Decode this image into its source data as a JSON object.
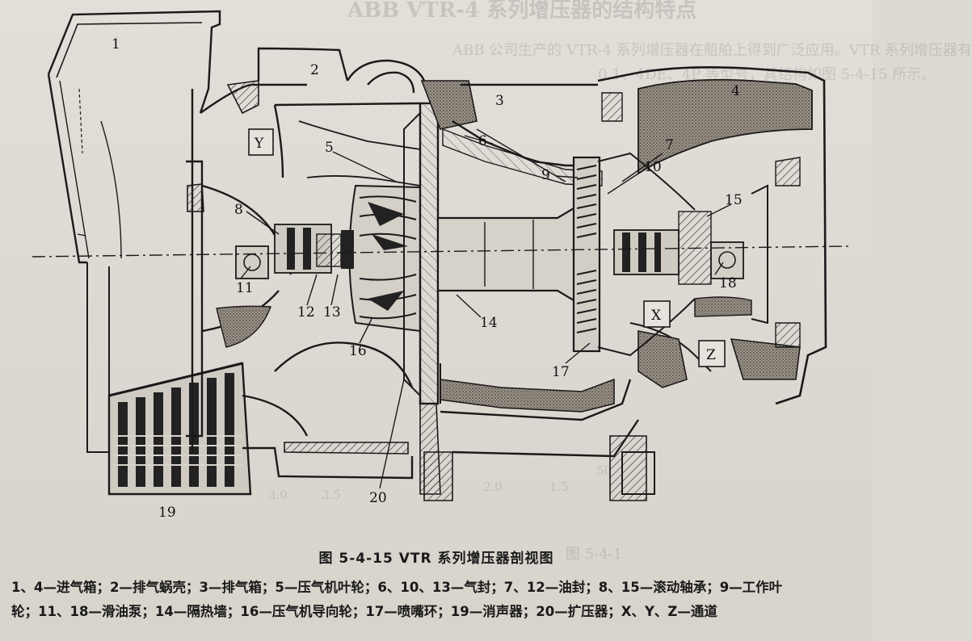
{
  "figure": {
    "caption": "图 5-4-15   VTR 系列增压器剖视图",
    "part_labels": [
      "1",
      "2",
      "3",
      "4",
      "5",
      "6",
      "7",
      "8",
      "9",
      "10",
      "11",
      "12",
      "13",
      "14",
      "15",
      "16",
      "17",
      "18",
      "19",
      "20"
    ],
    "channel_labels": [
      "X",
      "Y",
      "Z"
    ]
  },
  "legend": {
    "line1": "1、4—进气箱；2—排气蜗壳；3—排气箱；5—压气机叶轮；6、10、13—气封；7、12—油封；8、15—滚动轴承；9—工作叶",
    "line2": "轮；11、18—滑油泵；14—隔热墙；16—压气机导向轮；17—喷嘴环；19—消声器；20—扩压器；X、Y、Z—通道"
  },
  "bleed_through": {
    "heading": "ABB VTR-4 系列增压器的结构特点",
    "text_line1": "ABB 公司生产的 VTR-4 系列增压器在船舶上得到广泛应用。VTR 系列增压器有",
    "text_line2": "0.1、4DE、4P 等型号，其结构如图 5-4-15 所示。",
    "figure_ref": "图 5-4-1",
    "scale_ticks": [
      "1.5",
      "2.0",
      "3.0",
      "3.5",
      "50"
    ]
  },
  "colors": {
    "paper": "#ddd9d3",
    "ink": "#1a1a1a",
    "hatch": "#3a3a3a",
    "insulation": "#8d8579"
  }
}
